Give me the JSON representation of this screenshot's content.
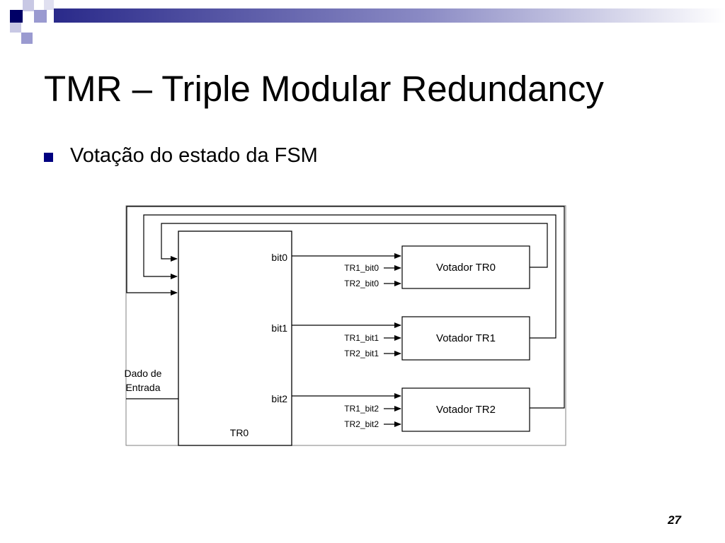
{
  "slide": {
    "title": "TMR – Triple Modular Redundancy",
    "bullet": "Votação do estado da FSM",
    "page_number": "27"
  },
  "colors": {
    "accent": "#000080",
    "accent_light": "#8080c0",
    "accent_pale": "#c0c0e0"
  },
  "diagram": {
    "tr0_label": "TR0",
    "input_label_line1": "Dado de",
    "input_label_line2": "Entrada",
    "outputs": [
      {
        "bit": "bit0",
        "voter": "Votador TR0",
        "in1": "TR1_bit0",
        "in2": "TR2_bit0"
      },
      {
        "bit": "bit1",
        "voter": "Votador TR1",
        "in1": "TR1_bit1",
        "in2": "TR2_bit1"
      },
      {
        "bit": "bit2",
        "voter": "Votador TR2",
        "in1": "TR1_bit2",
        "in2": "TR2_bit2"
      }
    ]
  }
}
